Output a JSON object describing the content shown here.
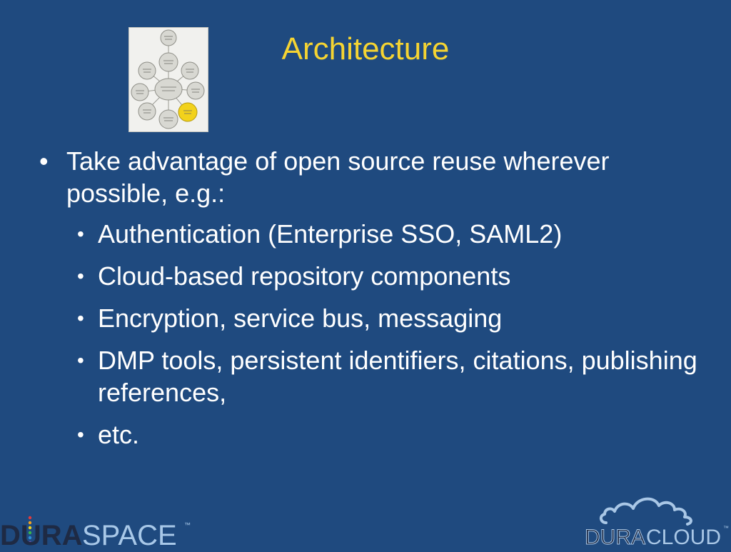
{
  "slide": {
    "title": "Architecture",
    "bullets": [
      {
        "text": "Take advantage of open source reuse wherever possible, e.g.:",
        "children": [
          "Authentication (Enterprise SSO, SAML2)",
          "Cloud-based repository components",
          "Encryption, service bus, messaging",
          "DMP tools, persistent identifiers, citations, publishing references,",
          "etc."
        ]
      }
    ],
    "bullet_glyph": "•"
  },
  "logos": {
    "duraspace": {
      "part1": "DURA",
      "part2": "SPACE",
      "tm": "™"
    },
    "duracloud": {
      "part1": "DURA",
      "part2": "CLOUD",
      "tm": "™"
    }
  },
  "colors": {
    "background": "#1f4a7f",
    "title": "#f5d432",
    "text": "#ffffff",
    "duraspace_dark": "#1e2a44",
    "duraspace_light": "#a8c8e8",
    "duracloud_outline": "#a9c7e6"
  }
}
